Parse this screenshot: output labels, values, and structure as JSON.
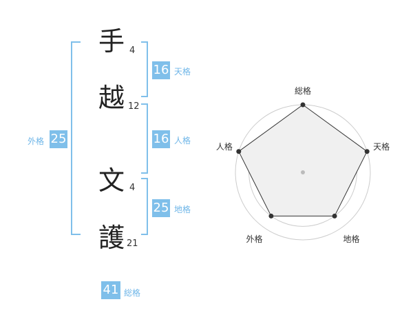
{
  "name": {
    "chars": [
      {
        "char": "手",
        "strokes": "4"
      },
      {
        "char": "越",
        "strokes": "12"
      },
      {
        "char": "文",
        "strokes": "4"
      },
      {
        "char": "護",
        "strokes": "21"
      }
    ]
  },
  "scores": {
    "tenkaku": {
      "value": "16",
      "label": "天格"
    },
    "jinkaku": {
      "value": "16",
      "label": "人格"
    },
    "chikaku": {
      "value": "25",
      "label": "地格"
    },
    "gaikaku": {
      "value": "25",
      "label": "外格"
    },
    "soukaku": {
      "value": "41",
      "label": "総格"
    }
  },
  "colors": {
    "accent": "#7fbfea",
    "polygon_fill": "#f0f0f0",
    "grid": "#cccccc"
  },
  "chart_data": {
    "type": "radar",
    "categories": [
      "総格",
      "天格",
      "地格",
      "外格",
      "人格"
    ],
    "values": [
      5,
      5,
      4,
      4,
      5
    ],
    "rmax": 5,
    "rings": 5
  }
}
